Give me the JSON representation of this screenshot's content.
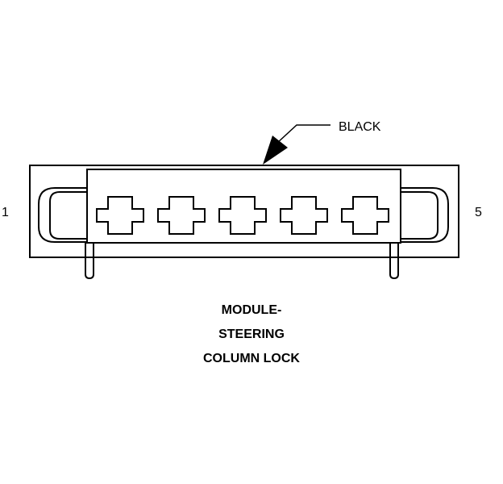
{
  "connector": {
    "callout_label": "BLACK",
    "pin_first": "1",
    "pin_last": "5",
    "cavity_count": 5,
    "stroke_color": "#000000"
  },
  "title": {
    "line1": "MODULE-",
    "line2": "STEERING",
    "line3": "COLUMN LOCK"
  }
}
